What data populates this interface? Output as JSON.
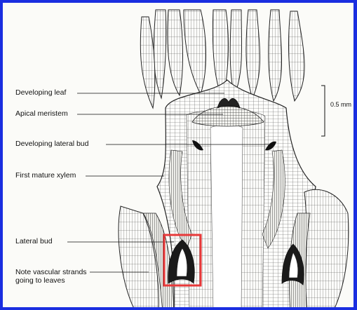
{
  "labels": {
    "developing_leaf": "Developing leaf",
    "apical_meristem": "Apical meristem",
    "developing_lateral_bud": "Developing lateral bud",
    "first_mature_xylem": "First mature xylem",
    "lateral_bud": "Lateral bud",
    "vascular_strands_1": "Note vascular strands",
    "vascular_strands_2": "going to leaves"
  },
  "scale_bar": "0.5 mm",
  "colors": {
    "frame": "#1a2ee0",
    "highlight_box": "#e8393a",
    "ink": "#111111",
    "paper": "#fbfbf8"
  }
}
